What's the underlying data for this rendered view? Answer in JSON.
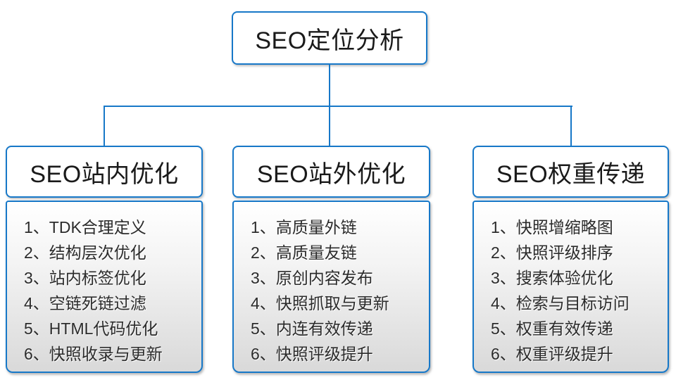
{
  "diagram": {
    "root": {
      "label": "SEO定位分析"
    },
    "branches": [
      {
        "title": "SEO站内优化",
        "items": [
          "1、TDK合理定义",
          "2、结构层次优化",
          "3、站内标签优化",
          "4、空链死链过滤",
          "5、HTML代码优化",
          "6、快照收录与更新"
        ]
      },
      {
        "title": "SEO站外优化",
        "items": [
          "1、高质量外链",
          "2、高质量友链",
          "3、原创内容发布",
          "4、快照抓取与更新",
          "5、内连有效传递",
          "6、快照评级提升"
        ]
      },
      {
        "title": "SEO权重传递",
        "items": [
          "1、快照增缩略图",
          "2、快照评级排序",
          "3、搜索体验优化",
          "4、检索与目标访问",
          "5、权重有效传递",
          "6、权重评级提升"
        ]
      }
    ],
    "colors": {
      "line_and_border_blue": "#1778c8",
      "panel_gradient_top": "#ffffff",
      "panel_gradient_bottom": "#d9d9d9",
      "title_text": "#1a1a1a",
      "list_text": "#2b2b2b",
      "background": "#ffffff"
    }
  }
}
